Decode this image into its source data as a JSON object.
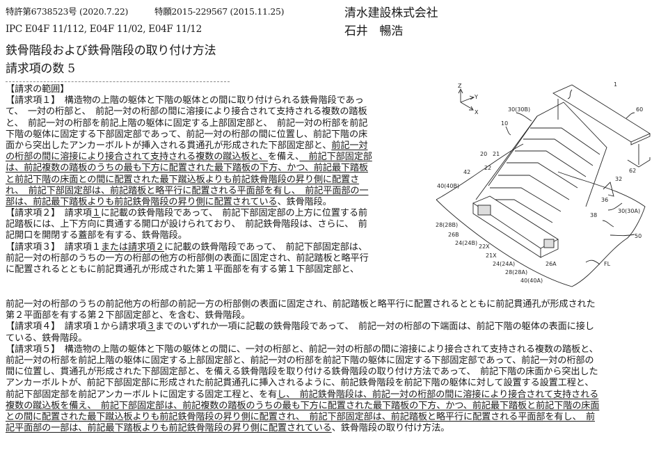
{
  "header": {
    "patent_number": "特許第6738523号 (2020.7.22)",
    "application_number": "特願2015-229567 (2015.11.25)",
    "applicant": "清水建設株式会社",
    "inventor": "石井　暢浩",
    "ipc": "IPC E04F 11/112, E04F 11/02, E04F 11/12",
    "title": "鉄骨階段および鉄骨階段の取り付け方法",
    "claim_count": "請求項の数 5"
  },
  "claims": {
    "section_heading": "【請求の範囲】",
    "top_lines": [
      [
        {
          "t": "【請求項１】　構造物の上階の躯体と下階の躯体との間に取り付けられる鉄骨階段であっ",
          "u": false
        }
      ],
      [
        {
          "t": "て、　一対の桁部と、　前記一対の桁部の間に溶接により接合されて支持される複数の踏板",
          "u": false
        }
      ],
      [
        {
          "t": "と、　前記一対の桁部を前記上階の躯体に固定する上部固定部と、　前記一対の桁部を前記",
          "u": false
        }
      ],
      [
        {
          "t": "下階の躯体に固定する下部固定部であって、前記一対の桁部の間に位置し、前記下階の床",
          "u": false
        }
      ],
      [
        {
          "t": "面から突出したアンカーボルトが挿入される貫通孔が形成された下部固定部と、",
          "u": false
        },
        {
          "t": "前記一対",
          "u": true
        }
      ],
      [
        {
          "t": "の桁部の間に溶接により接合されて支持される複数の蹴込板と、",
          "u": true
        },
        {
          "t": "を備え、",
          "u": false
        },
        {
          "t": "　前記下部固定部",
          "u": true
        }
      ],
      [
        {
          "t": "は、前記複数の踏板のうちの最も下方に配置された最下踏板の下方、かつ、前記最下踏板",
          "u": true
        }
      ],
      [
        {
          "t": "と前記下階の床面との間に配置された最下蹴込板よりも前記鉄骨階段の昇り側に配置さ",
          "u": true
        }
      ],
      [
        {
          "t": "れ、　前記下部固定部は、前記踏板と略平行に配置される平面部を有し、　前記平面部の一",
          "u": true
        }
      ],
      [
        {
          "t": "部は、前記最下踏板よりも前記鉄骨階段の昇り側に配置されている",
          "u": true
        },
        {
          "t": "、鉄骨階段。",
          "u": false
        }
      ],
      [
        {
          "t": "【請求項２】　請求項",
          "u": false
        },
        {
          "t": "１",
          "u": true
        },
        {
          "t": "に記載の鉄骨階段であって、　前記下部固定部の上方に位置する前",
          "u": false
        }
      ],
      [
        {
          "t": "記踏板には、上下方向に貫通する開口が設けられており、　前記鉄骨階段は、さらに、　前",
          "u": false
        }
      ],
      [
        {
          "t": "記開口を開閉する蓋部を有する、鉄骨階段。",
          "u": false
        }
      ],
      [
        {
          "t": "【請求項３】　請求項１",
          "u": false
        },
        {
          "t": "または請求項２",
          "u": true
        },
        {
          "t": "に記載の鉄骨階段であって、　前記下部固定部は、",
          "u": false
        }
      ],
      [
        {
          "t": "前記一対の桁部のうちの一方の桁部の他方の桁部側の表面に固定され、前記踏板と略平行",
          "u": false
        }
      ],
      [
        {
          "t": "に配置されるとともに前記貫通孔が形成された第１平面部を有する第１下部固定部と、",
          "u": false
        }
      ]
    ],
    "bottom_lines": [
      [
        {
          "t": "前記一対の桁部のうちの前記他方の桁部の前記一方の桁部側の表面に固定され、前記踏板と略平行に配置されるとともに前記貫通孔が形成された",
          "u": false
        }
      ],
      [
        {
          "t": "第２平面部を有する第２下部固定部と、を含む、鉄骨階段。",
          "u": false
        }
      ],
      [
        {
          "t": "【請求項４】　請求項１から請求項",
          "u": false
        },
        {
          "t": "３",
          "u": true
        },
        {
          "t": "までのいずれか一項に記載の鉄骨階段であって、　前記一対の桁部の下端面は、前記下階の躯体の表面に接し",
          "u": false
        }
      ],
      [
        {
          "t": "ている、鉄骨階段。",
          "u": false
        }
      ],
      [
        {
          "t": "【請求項５】　構造物の上階の躯体と下階の躯体との間に、一対の桁部と、前記一対の桁部の間に溶接により接合されて支持される複数の踏板と、",
          "u": false
        }
      ],
      [
        {
          "t": "前記一対の桁部を前記上階の躯体に固定する上部固定部と、前記一対の桁部を前記下階の躯体に固定する下部固定部であって、前記一対の桁部の",
          "u": false
        }
      ],
      [
        {
          "t": "間に位置し、貫通孔が形成された下部固定部と、を備える鉄骨階段を取り付ける鉄骨階段の取り付け方法であって、　前記下階の床面から突出した",
          "u": false
        }
      ],
      [
        {
          "t": "アンカーボルトが、前記下部固定部に形成された前記貫通孔に挿入されるように、前記鉄骨階段を前記下階の躯体に対して設置する設置工程と、",
          "u": false
        }
      ],
      [
        {
          "t": "前記下部固定部を前記アンカーボルトに固定する固定工程と、を有",
          "u": false
        },
        {
          "t": "し、　前記鉄骨階段は、前記一対の桁部の間に溶接により接合されて支持される",
          "u": true
        }
      ],
      [
        {
          "t": "複数の蹴込板を備え、　前記下部固定部は、前記複数の踏板のうちの最も下方に配置された最下踏板の下方、かつ、前記最下踏板と前記下階の床面",
          "u": true
        }
      ],
      [
        {
          "t": "との間に配置された最下蹴込板よりも前記鉄骨階段の昇り側に配置され、　前記下部固定部は、前記踏板と略平行に配置される平面部を有し、　前",
          "u": true
        }
      ],
      [
        {
          "t": "記平面部の一部は、前記最下踏板よりも前記鉄骨階段の昇り側に配置されている",
          "u": true
        },
        {
          "t": "、鉄骨階段の取り付け方法。",
          "u": false
        }
      ]
    ]
  },
  "figure": {
    "description": "鉄骨階段 perspective drawing",
    "axis_labels": {
      "z": "Z",
      "y": "Y",
      "x": "X"
    },
    "reference_labels": [
      "1",
      "60",
      "30(30B)",
      "10",
      "20",
      "21",
      "22",
      "42",
      "40(40B)",
      "62",
      "32",
      "36",
      "30(30A)",
      "38",
      "50",
      "FL",
      "28(28B)",
      "26B",
      "24(24B)",
      "22X",
      "21X",
      "24(24A)",
      "28(28A)",
      "40(40A)",
      "26A"
    ]
  }
}
